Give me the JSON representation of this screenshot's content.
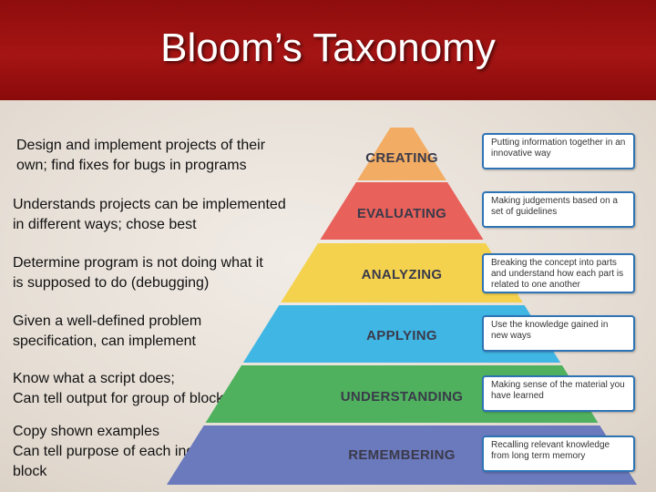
{
  "title": "Bloom’s Taxonomy",
  "levels": [
    {
      "name": "CREATING",
      "color": "#f2ac63",
      "description": "Design and implement projects of their\nown; find fixes for bugs in programs",
      "callout": "Putting information together in an innovative way"
    },
    {
      "name": "EVALUATING",
      "color": "#e8615a",
      "description": "Understands projects can be implemented\nin different ways;  chose best",
      "callout": "Making judgements based on a set of guidelines"
    },
    {
      "name": "ANALYZING",
      "color": "#f4d24e",
      "description": "Determine program is not doing what it\nis supposed to do (debugging)",
      "callout": "Breaking the concept into parts and understand how each part is related to one another"
    },
    {
      "name": "APPLYING",
      "color": "#3fb6e4",
      "description": "Given a well-defined problem\nspecification, can implement",
      "callout": "Use the knowledge gained in new ways"
    },
    {
      "name": "UNDERSTANDING",
      "color": "#4fb15e",
      "description": "Know what a script does;\nCan tell output for group of blocks?",
      "callout": "Making sense of the material you have learned"
    },
    {
      "name": "REMEMBERING",
      "color": "#6b79bd",
      "description": "Copy shown examples\nCan tell purpose of each individual\nblock",
      "callout": "Recalling relevant knowledge from long term memory"
    }
  ]
}
